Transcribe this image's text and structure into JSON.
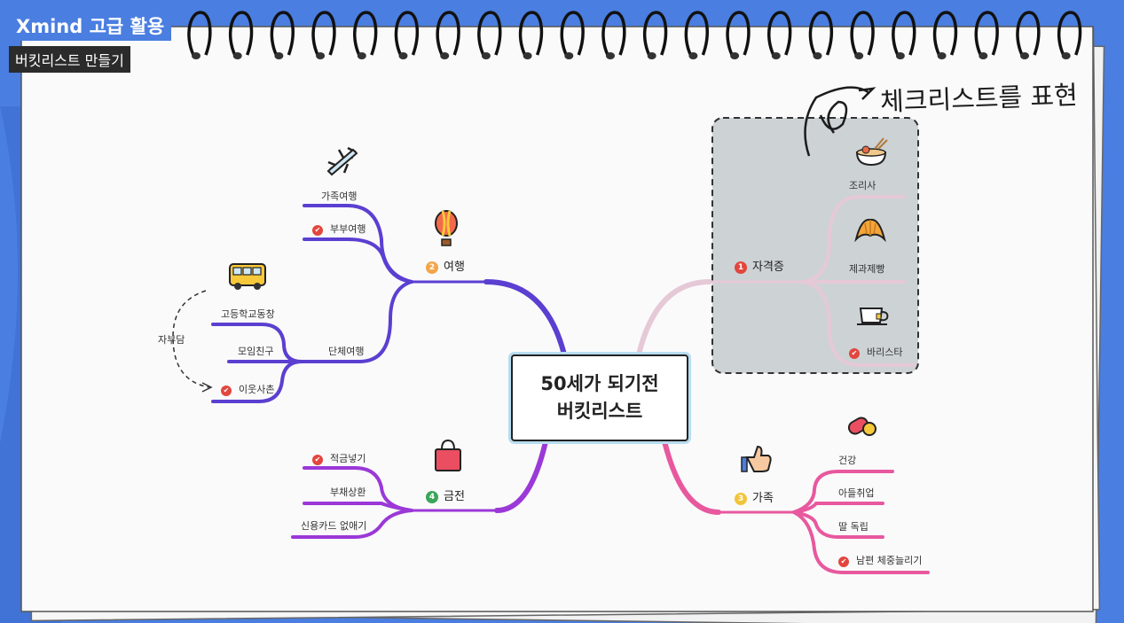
{
  "header": {
    "title": "Xmind 고급 활용",
    "subtitle": "버킷리스트 만들기"
  },
  "mindmap": {
    "central_line1": "50세가 되기전",
    "central_line2": "버킷리스트",
    "annotation": "체크리스트를 표현",
    "side_note": "자부담",
    "branches": {
      "b1": {
        "num": "1",
        "label": "자격증",
        "color": "#e8b4c8",
        "items": [
          {
            "text": "조리사"
          },
          {
            "text": "제과제빵"
          },
          {
            "text": "바리스타",
            "checked": true
          }
        ]
      },
      "b2": {
        "num": "2",
        "label": "여행",
        "color": "#5b3fd1",
        "items": [
          {
            "text": "가족여행"
          },
          {
            "text": "부부여행",
            "checked": true
          }
        ],
        "group": {
          "label": "단체여행",
          "items": [
            {
              "text": "고등학교동창"
            },
            {
              "text": "모임친구"
            },
            {
              "text": "이웃사촌",
              "checked": true
            }
          ]
        }
      },
      "b3": {
        "num": "3",
        "label": "가족",
        "color": "#e8589e",
        "items": [
          {
            "text": "건강"
          },
          {
            "text": "아들취업"
          },
          {
            "text": "딸 독립"
          },
          {
            "text": "남편 체중늘리기",
            "checked": true
          }
        ]
      },
      "b4": {
        "num": "4",
        "label": "금전",
        "color": "#9b38d8",
        "items": [
          {
            "text": "적금넣기",
            "checked": true
          },
          {
            "text": "부채상환"
          },
          {
            "text": "신용카드 없애기"
          }
        ]
      }
    },
    "icons": [
      "airplane-icon",
      "hot-air-balloon-icon",
      "bus-icon",
      "shopping-bag-icon",
      "noodle-bowl-icon",
      "croissant-icon",
      "tea-cup-icon",
      "pills-icon",
      "thumbs-up-icon"
    ],
    "colors": {
      "page_bg": "#4a7ee0",
      "paper": "#ffffff",
      "check_mark": "#e2463e"
    }
  }
}
